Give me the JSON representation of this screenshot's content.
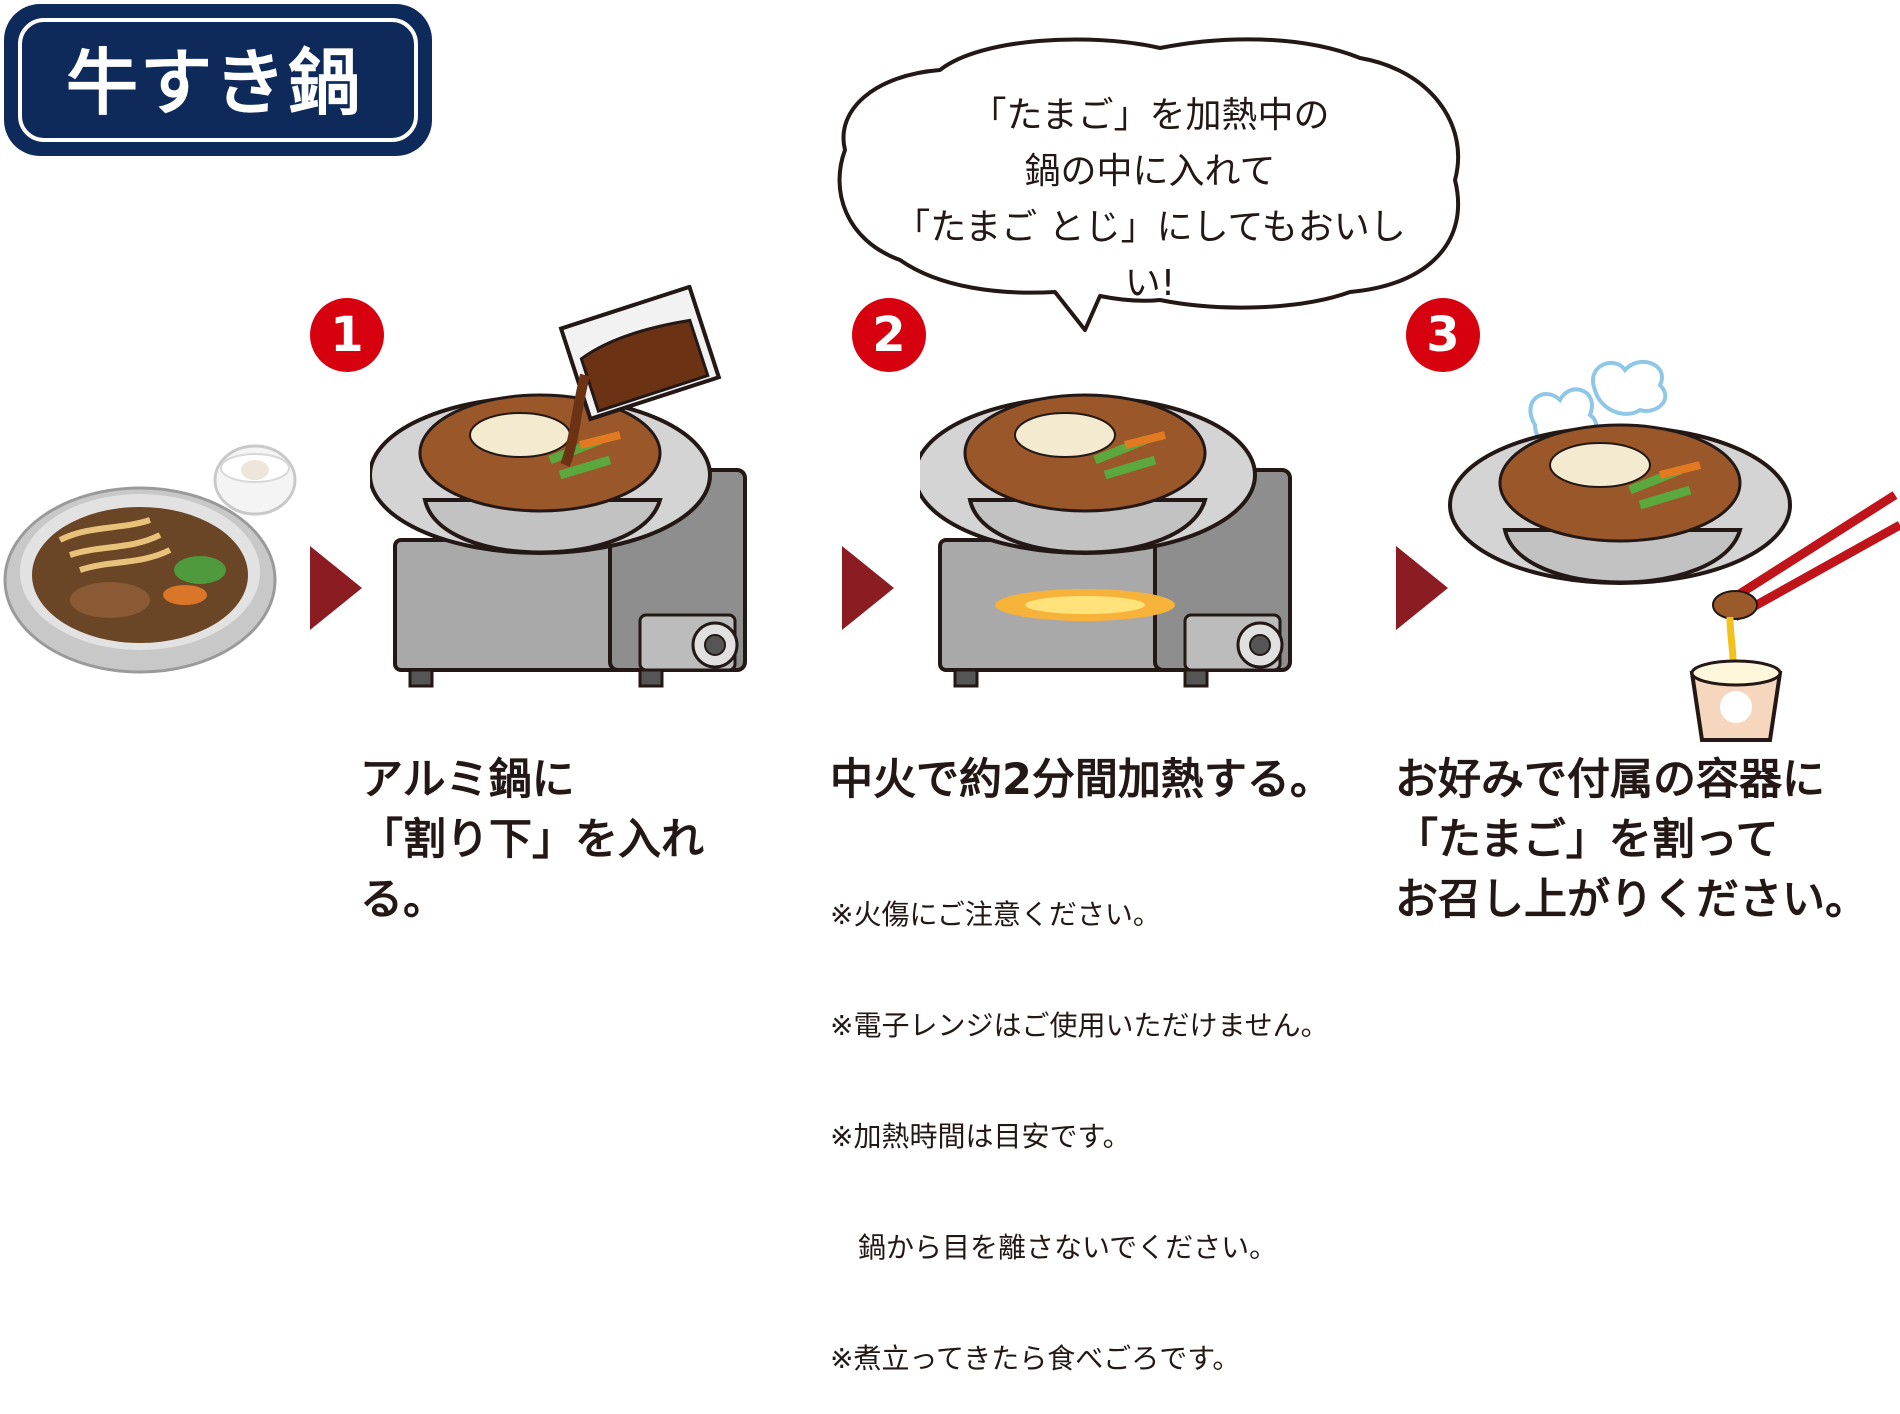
{
  "title": "牛すき鍋",
  "bubble": {
    "lines": [
      "「たまご」を加熱中の",
      "鍋の中に入れて",
      "「たまご とじ」にしてもおいしい!"
    ]
  },
  "steps": [
    {
      "number": "1",
      "lines": [
        "アルミ鍋に",
        "「割り下」を入れる。"
      ]
    },
    {
      "number": "2",
      "lines": [
        "中火で約2分間加熱する。"
      ],
      "notes": [
        "※火傷にご注意ください。",
        "※電子レンジはご使用いただけません。",
        "※加熱時間は目安です。",
        "　鍋から目を離さないでください。",
        "※煮立ってきたら食べごろです。"
      ]
    },
    {
      "number": "3",
      "lines": [
        "お好みで付属の容器に",
        "「たまご」を割って",
        "お召し上がりください。"
      ]
    }
  ],
  "colors": {
    "title_bg": "#0e2a5b",
    "step_num": "#d7000f",
    "arrow": "#8a1c22"
  }
}
